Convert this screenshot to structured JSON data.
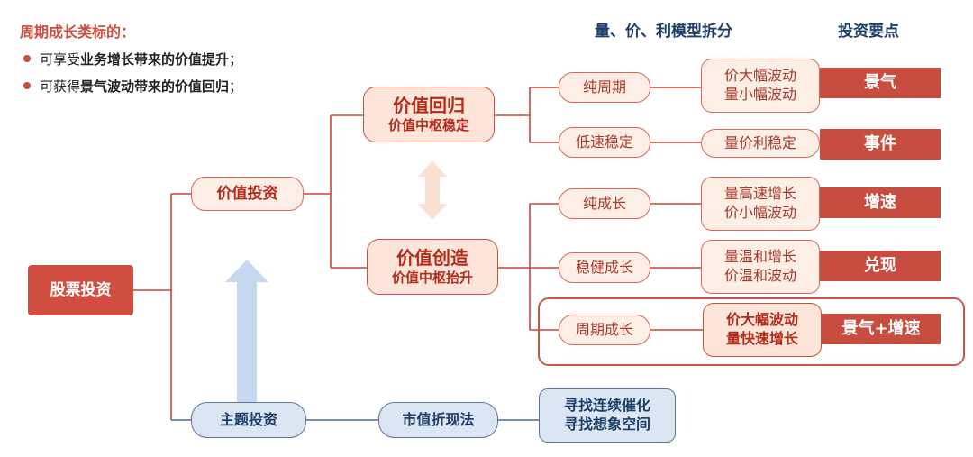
{
  "intro": {
    "title": "周期成长类标的：",
    "bullets": [
      {
        "prefix": "可享受",
        "bold": "业务增长带来的价值提升",
        "suffix": "；"
      },
      {
        "prefix": "可获得",
        "bold": "景气波动带来的价值回归",
        "suffix": "；"
      }
    ]
  },
  "headers": {
    "model": "量、价、利模型拆分",
    "key_points": "投资要点"
  },
  "root": "股票投资",
  "value_investing": "价值投资",
  "theme_investing": "主题投资",
  "value_revert": {
    "line1": "价值回归",
    "line2": "价值中枢稳定"
  },
  "value_create": {
    "line1": "价值创造",
    "line2": "价值中枢抬升"
  },
  "market_cap_method": "市值折现法",
  "theme_result": {
    "line1": "寻找连续催化",
    "line2": "寻找想象空间"
  },
  "rows": [
    {
      "type": "纯周期",
      "detail1": "价大幅波动",
      "detail2": "量小幅波动",
      "point": "景气"
    },
    {
      "type": "低速稳定",
      "detail1": "量价利稳定",
      "detail2": "",
      "point": "事件"
    },
    {
      "type": "纯成长",
      "detail1": "量高速增长",
      "detail2": "价小幅波动",
      "point": "增速"
    },
    {
      "type": "稳健成长",
      "detail1": "量温和增长",
      "detail2": "价温和波动",
      "point": "兑现"
    },
    {
      "type": "周期成长",
      "detail1": "价大幅波动",
      "detail2": "量快速增长",
      "point": "景气+增速"
    }
  ],
  "colors": {
    "accent_red": "#cf4e40",
    "line_red": "#c6473a",
    "line_blue": "#4a6a8e",
    "arrow_blue": "#c6d8ef",
    "arrow_peach": "#fbe1cf"
  }
}
